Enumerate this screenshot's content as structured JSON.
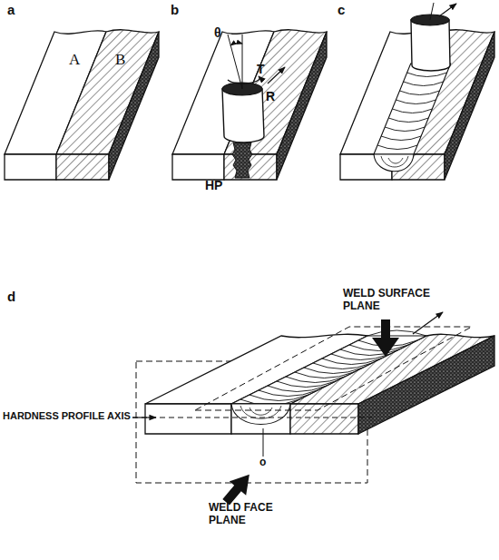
{
  "diagram": {
    "labels": [
      "a",
      "A",
      "B",
      "b",
      "θ",
      "T",
      "R",
      "HP",
      "c",
      "d",
      "WELD SURFACE PLANE",
      "HARDNESS PROFILE AXIS",
      "o",
      "WELD FACE PLANE"
    ]
  }
}
